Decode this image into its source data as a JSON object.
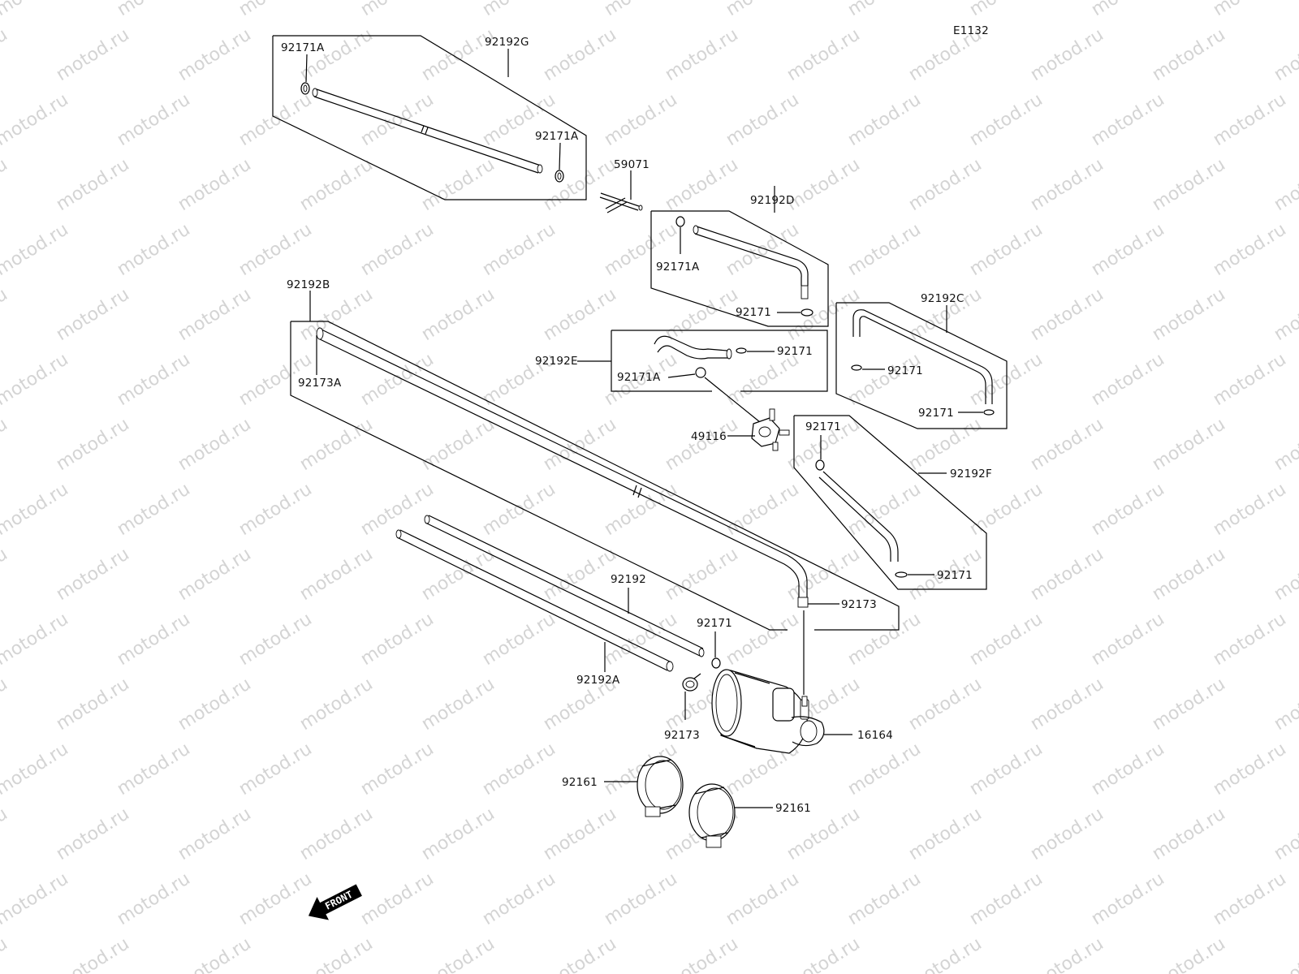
{
  "diagram_code": "E1132",
  "watermark_text": "motod.ru",
  "direction_label": "FRONT",
  "labels": {
    "p92192G": "92192G",
    "p92171A_g1": "92171A",
    "p92171A_g2": "92171A",
    "p59071": "59071",
    "p92192D": "92192D",
    "p92171A_d": "92171A",
    "p92171_d": "92171",
    "p92192C": "92192C",
    "p92171_c1": "92171",
    "p92171_c2": "92171",
    "p92192B": "92192B",
    "p92173A": "92173A",
    "p92192E": "92192E",
    "p92171_e": "92171",
    "p92171A_e": "92171A",
    "p49116": "49116",
    "p92171_f1": "92171",
    "p92192F": "92192F",
    "p92171_f2": "92171",
    "p92173_b": "92173",
    "p92192": "92192",
    "p92171_main": "92171",
    "p92192A": "92192A",
    "p92173_main": "92173",
    "p16164": "16164",
    "p92161_l": "92161",
    "p92161_r": "92161"
  }
}
